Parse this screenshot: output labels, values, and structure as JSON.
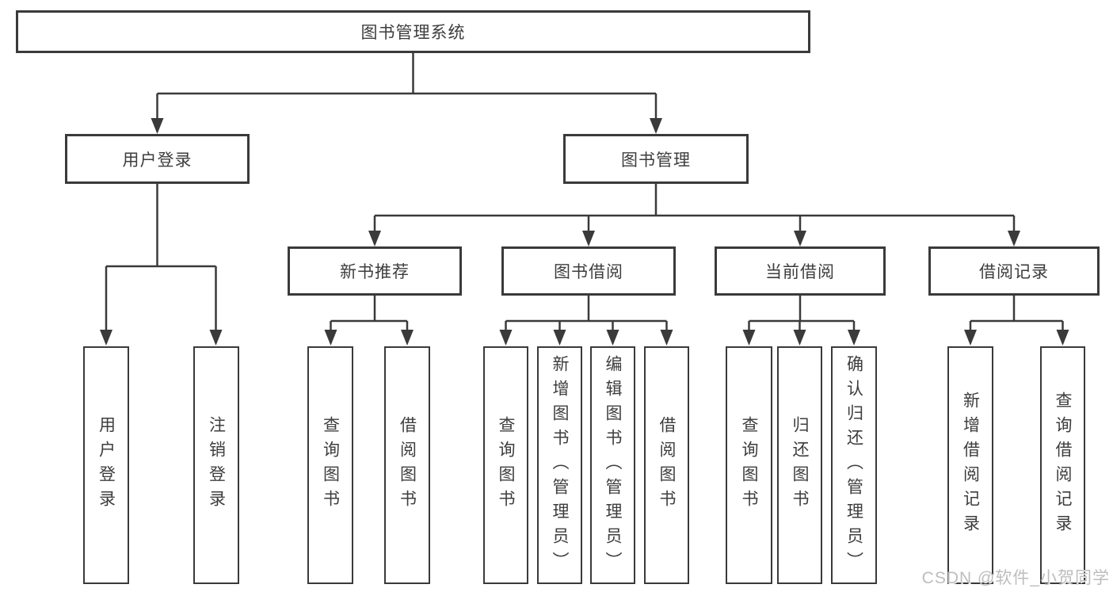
{
  "tree": {
    "root": {
      "label": "图书管理系统",
      "children": [
        {
          "label": "用户登录",
          "children": [
            {
              "label": "用户登录"
            },
            {
              "label": "注销登录"
            }
          ]
        },
        {
          "label": "图书管理",
          "children": [
            {
              "label": "新书推荐",
              "children": [
                {
                  "label": "查询图书"
                },
                {
                  "label": "借阅图书"
                }
              ]
            },
            {
              "label": "图书借阅",
              "children": [
                {
                  "label": "查询图书"
                },
                {
                  "label": "新增图书（管理员）"
                },
                {
                  "label": "编辑图书（管理员）"
                },
                {
                  "label": "借阅图书"
                }
              ]
            },
            {
              "label": "当前借阅",
              "children": [
                {
                  "label": "查询图书"
                },
                {
                  "label": "归还图书"
                },
                {
                  "label": "确认归还（管理员）"
                }
              ]
            },
            {
              "label": "借阅记录",
              "children": [
                {
                  "label": "新增借阅记录"
                },
                {
                  "label": "查询借阅记录"
                }
              ]
            }
          ]
        }
      ]
    }
  },
  "watermark": {
    "text": "CSDN @软件_小贺同学"
  },
  "colors": {
    "line": "#3a3a3a",
    "box_border": "#3a3a3a",
    "text": "#3d3d3d",
    "background": "#ffffff",
    "watermark": "#bdbdbd"
  }
}
